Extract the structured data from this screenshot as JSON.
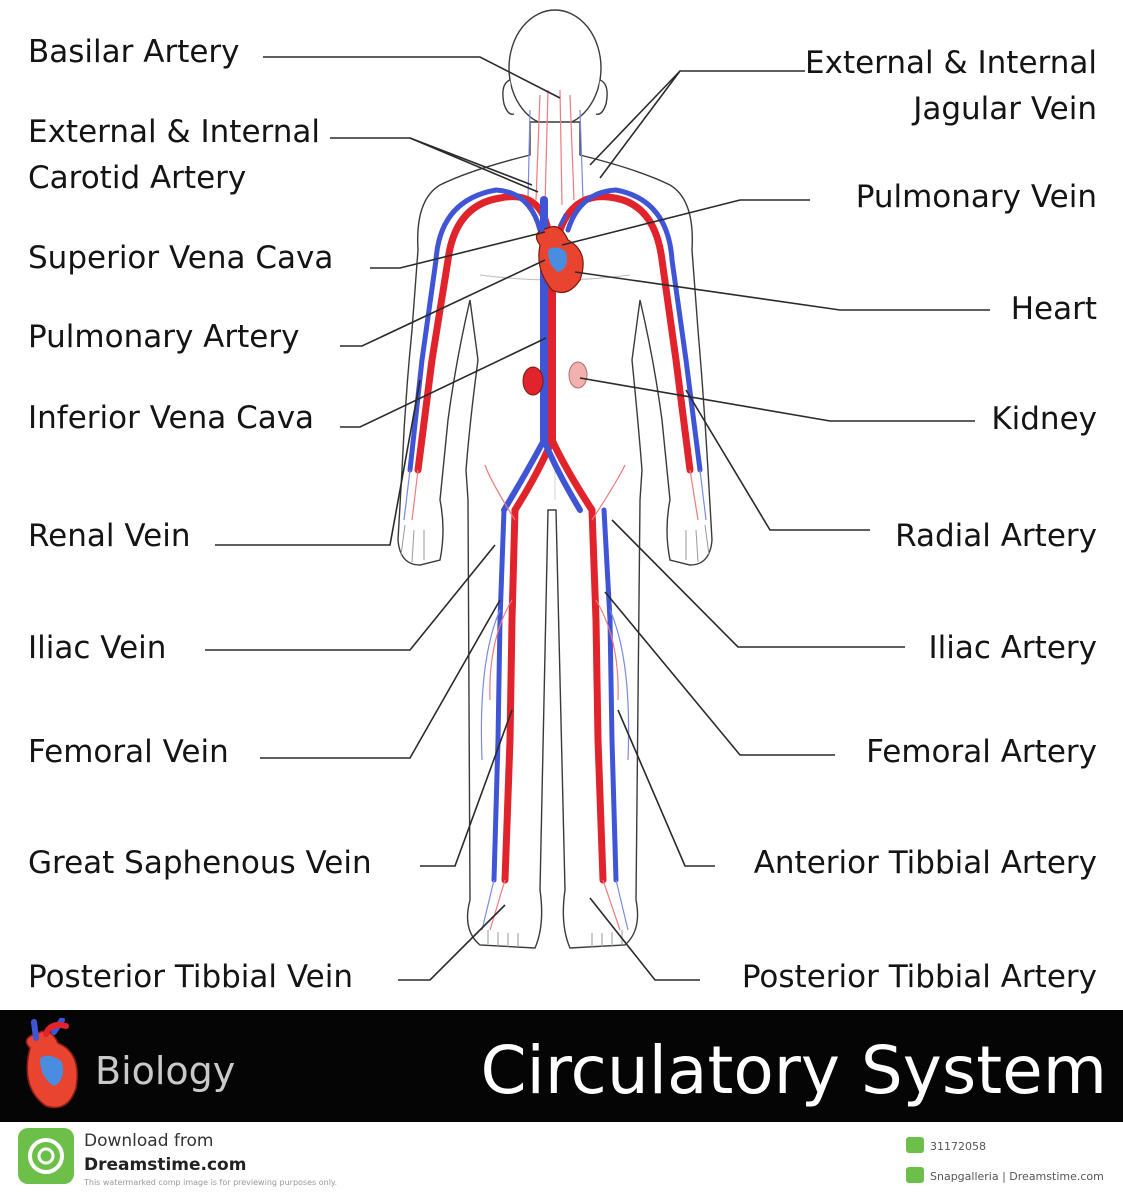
{
  "diagram": {
    "left_labels": [
      {
        "id": "basilar-artery",
        "text": "Basilar Artery"
      },
      {
        "id": "carotid-1",
        "text": "External & Internal"
      },
      {
        "id": "carotid-2",
        "text": "Carotid Artery"
      },
      {
        "id": "superior-vena-cava",
        "text": "Superior Vena Cava"
      },
      {
        "id": "pulmonary-artery",
        "text": "Pulmonary Artery"
      },
      {
        "id": "inferior-vena-cava",
        "text": "Inferior Vena Cava"
      },
      {
        "id": "renal-vein",
        "text": "Renal Vein"
      },
      {
        "id": "iliac-vein",
        "text": "Iliac Vein"
      },
      {
        "id": "femoral-vein",
        "text": "Femoral Vein"
      },
      {
        "id": "great-saphenous-vein",
        "text": "Great Saphenous Vein"
      },
      {
        "id": "posterior-tibbial-vein",
        "text": "Posterior Tibbial Vein"
      }
    ],
    "right_labels": [
      {
        "id": "jugular-1",
        "text": "External & Internal"
      },
      {
        "id": "jugular-2",
        "text": "Jagular Vein"
      },
      {
        "id": "pulmonary-vein",
        "text": "Pulmonary  Vein"
      },
      {
        "id": "heart",
        "text": "Heart"
      },
      {
        "id": "kidney",
        "text": "Kidney"
      },
      {
        "id": "radial-artery",
        "text": "Radial Artery"
      },
      {
        "id": "iliac-artery",
        "text": "Iliac Artery"
      },
      {
        "id": "femoral-artery",
        "text": "Femoral Artery"
      },
      {
        "id": "anterior-tibbial-artery",
        "text": "Anterior Tibbial Artery"
      },
      {
        "id": "posterior-tibbial-artery",
        "text": "Posterior Tibbial Artery"
      }
    ],
    "colors": {
      "artery": "#e1232b",
      "vein": "#3f55d6",
      "banner": "#050505"
    }
  },
  "banner": {
    "subject": "Biology",
    "title": "Circulatory System",
    "icon": "heart-icon"
  },
  "footer": {
    "download_line1": "Download from",
    "download_line2": "Dreamstime.com",
    "download_note": "This watermarked comp image is for previewing purposes only.",
    "image_id": "31172058",
    "credit": "Snapgalleria | Dreamstime.com",
    "logo": "dreamstime-logo"
  }
}
